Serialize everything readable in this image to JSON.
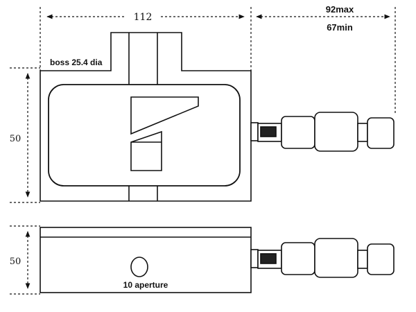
{
  "dimensions": {
    "width_top": "112",
    "travel_max": "92max",
    "travel_min": "67min",
    "height_top": "50",
    "height_side": "50"
  },
  "labels": {
    "boss": "boss 25.4 dia",
    "aperture": "10 aperture"
  }
}
